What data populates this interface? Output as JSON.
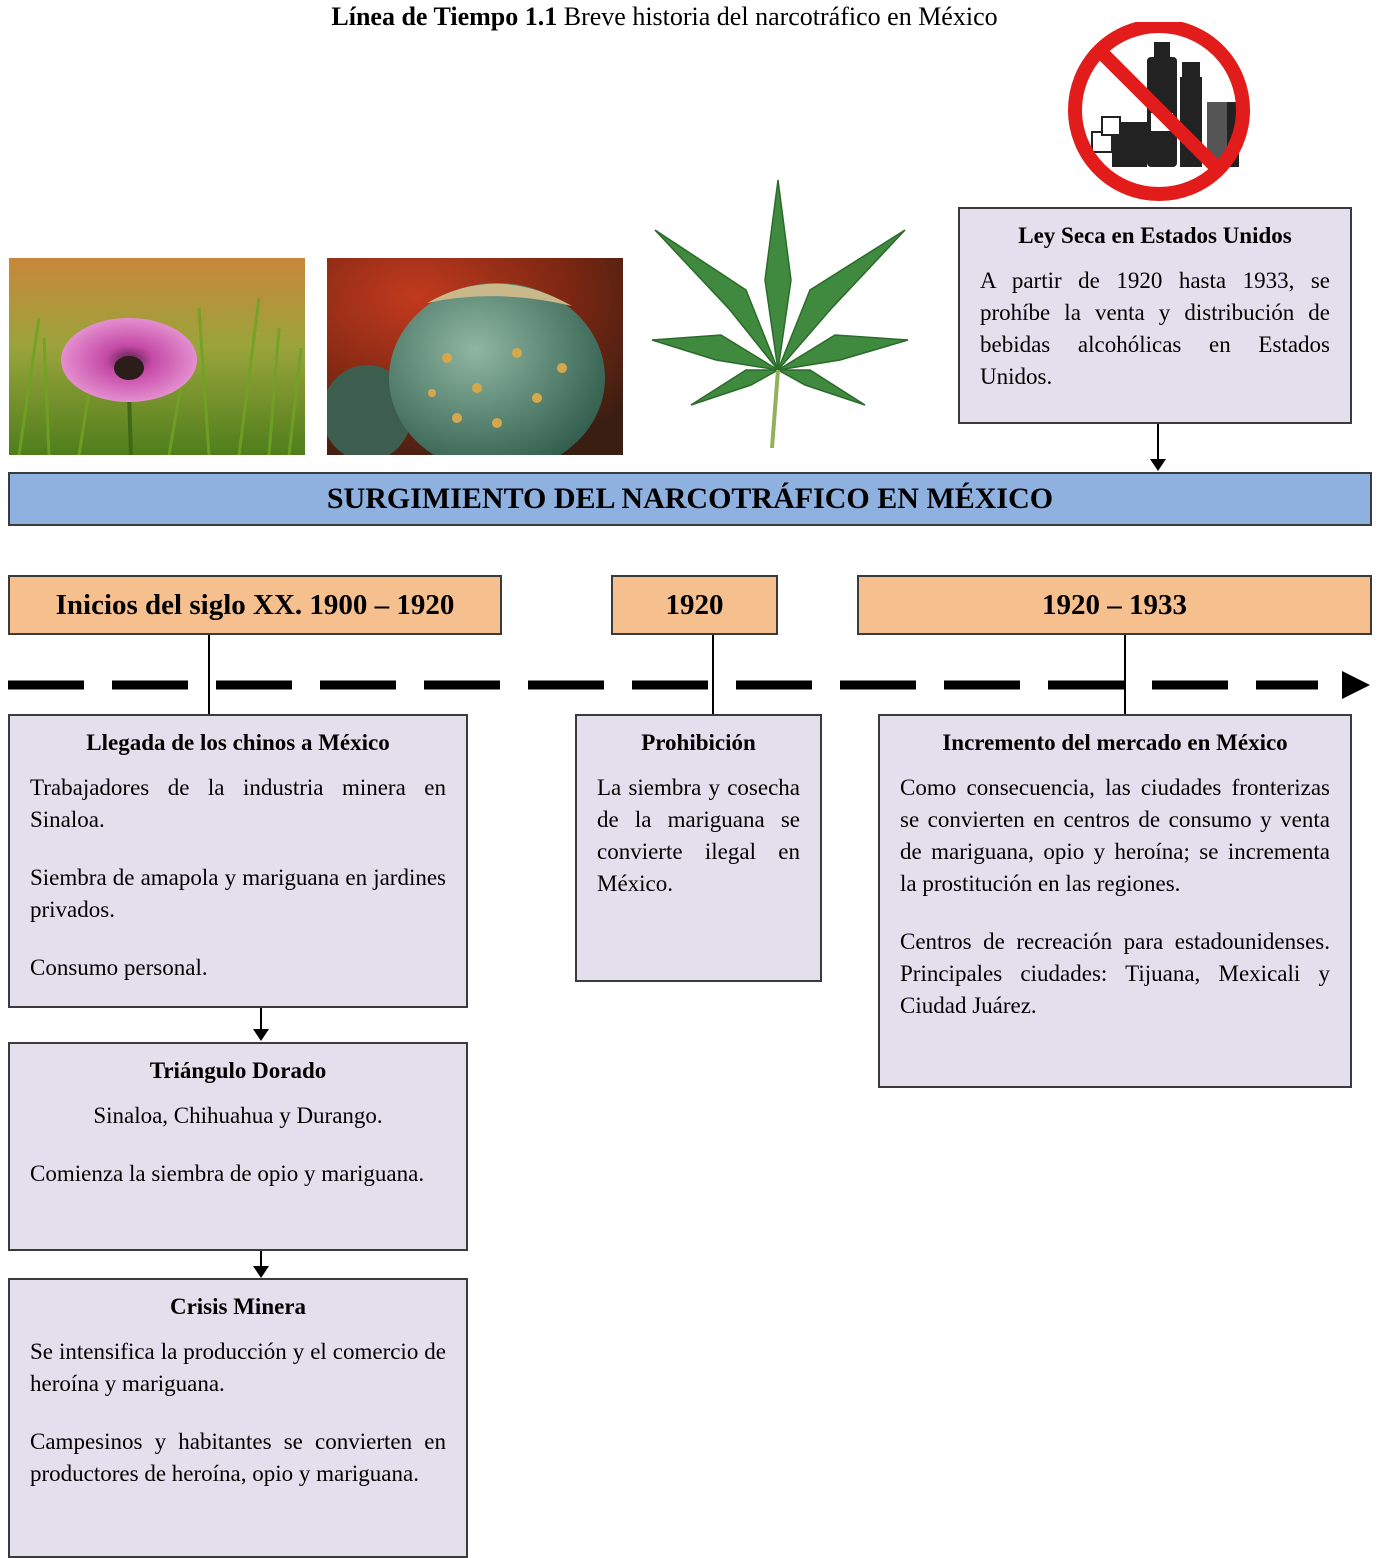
{
  "title": {
    "label": "Línea de Tiempo 1.1",
    "text": "Breve historia del narcotráfico en México"
  },
  "images": {
    "poppy_flower": "poppy-flower-photo",
    "poppy_pod": "poppy-pod-photo",
    "cannabis_leaf": "cannabis-leaf-image",
    "no_alcohol": "no-alcohol-sign"
  },
  "ley_seca": {
    "heading": "Ley Seca en Estados Unidos",
    "text": "A partir de 1920 hasta 1933, se prohíbe la venta y distribución de bebidas alcohólicas en Estados Unidos."
  },
  "banner": "SURGIMIENTO DEL NARCOTRÁFICO EN MÉXICO",
  "periods": [
    {
      "label": "Inicios del siglo XX. 1900 – 1920"
    },
    {
      "label": "1920"
    },
    {
      "label": "1920 – 1933"
    }
  ],
  "boxes": {
    "llegada": {
      "heading": "Llegada de los chinos a México",
      "p1": "Trabajadores de la industria minera en Sinaloa.",
      "p2": "Siembra de amapola y mariguana en jardines privados.",
      "p3": "Consumo personal."
    },
    "triangulo": {
      "heading": "Triángulo Dorado",
      "p1": "Sinaloa, Chihuahua y Durango.",
      "p2": "Comienza la siembra de opio y mariguana."
    },
    "crisis": {
      "heading": "Crisis Minera",
      "p1": "Se intensifica la producción y el comercio de heroína y mariguana.",
      "p2": "Campesinos y habitantes se convierten en productores de heroína, opio y mariguana."
    },
    "prohibicion": {
      "heading": "Prohibición",
      "p1": "La siembra y cosecha de la mariguana se convierte ilegal en México."
    },
    "incremento": {
      "heading": "Incremento del mercado en México",
      "p1": "Como consecuencia, las ciudades fronterizas se convierten en centros de consumo y venta de mariguana, opio y heroína; se incrementa la prostitución en las regiones.",
      "p2": "Centros de recreación para estadounidenses. Principales ciudades: Tijuana, Mexicali y Ciudad Juárez."
    }
  },
  "colors": {
    "box_fill": "#e4dfec",
    "banner_fill": "#8eb1df",
    "period_fill": "#f6c08e"
  }
}
